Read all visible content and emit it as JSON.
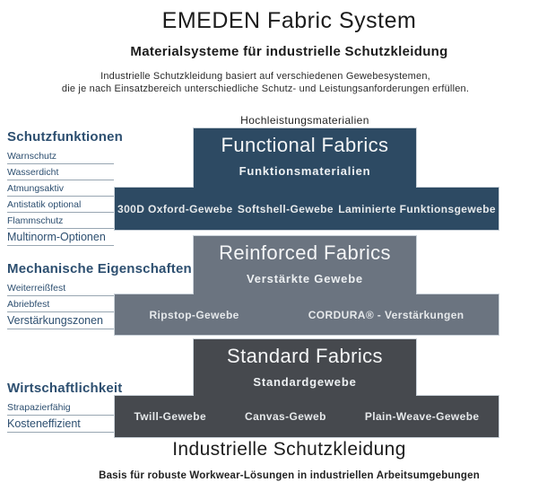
{
  "header": {
    "title": "EMEDEN Fabric System",
    "subtitle": "Materialsysteme für industrielle Schutzkleidung",
    "description_line1": "Industrielle Schutzkleidung basiert auf verschiedenen Gewebesystemen,",
    "description_line2": "die je nach Einsatzbereich unterschiedliche Schutz- und Leistungsanforderungen erfüllen."
  },
  "top_label": "Hochleistungsmaterialien",
  "left_panel": {
    "groups": [
      {
        "heading": "Schutzfunktionen",
        "items": [
          "Warnschutz",
          "Wasserdicht",
          "Atmungsaktiv",
          "Antistatik optional",
          "Flammschutz",
          "Multinorm-Optionen"
        ]
      },
      {
        "heading": "Mechanische Eigenschaften",
        "items": [
          "Weiterreißfest",
          "Abriebfest",
          "Verstärkungszonen"
        ]
      },
      {
        "heading": "Wirtschaftlichkeit",
        "items": [
          "Strapazierfähig",
          "Kosteneffizient"
        ]
      }
    ]
  },
  "tiers": [
    {
      "title": "Functional Fabrics",
      "subtitle": "Funktionsmaterialien",
      "color": "#2d4a63",
      "fabrics": [
        "300D Oxford-Gewebe",
        "Softshell-Gewebe",
        "Laminierte Funktionsgewebe"
      ]
    },
    {
      "title": "Reinforced Fabrics",
      "subtitle": "Verstärkte Gewebe",
      "color": "#6b7480",
      "fabrics": [
        "Ripstop-Gewebe",
        "CORDURA® - Verstärkungen"
      ]
    },
    {
      "title": "Standard Fabrics",
      "subtitle": "Standardgewebe",
      "color": "#46494e",
      "fabrics": [
        "Twill-Gewebe",
        "Canvas-Geweb",
        "Plain-Weave-Gewebe"
      ]
    }
  ],
  "footer": {
    "title": "Industrielle Schutzkleidung",
    "subtitle": "Basis für robuste Workwear-Lösungen in industriellen Arbeitsumgebungen"
  },
  "colors": {
    "tier_functional": "#2d4a63",
    "tier_reinforced": "#6b7480",
    "tier_standard": "#46494e",
    "left_text": "#2d4f70",
    "underline": "#98a6b2",
    "bar_text": "#e6e9eb"
  }
}
